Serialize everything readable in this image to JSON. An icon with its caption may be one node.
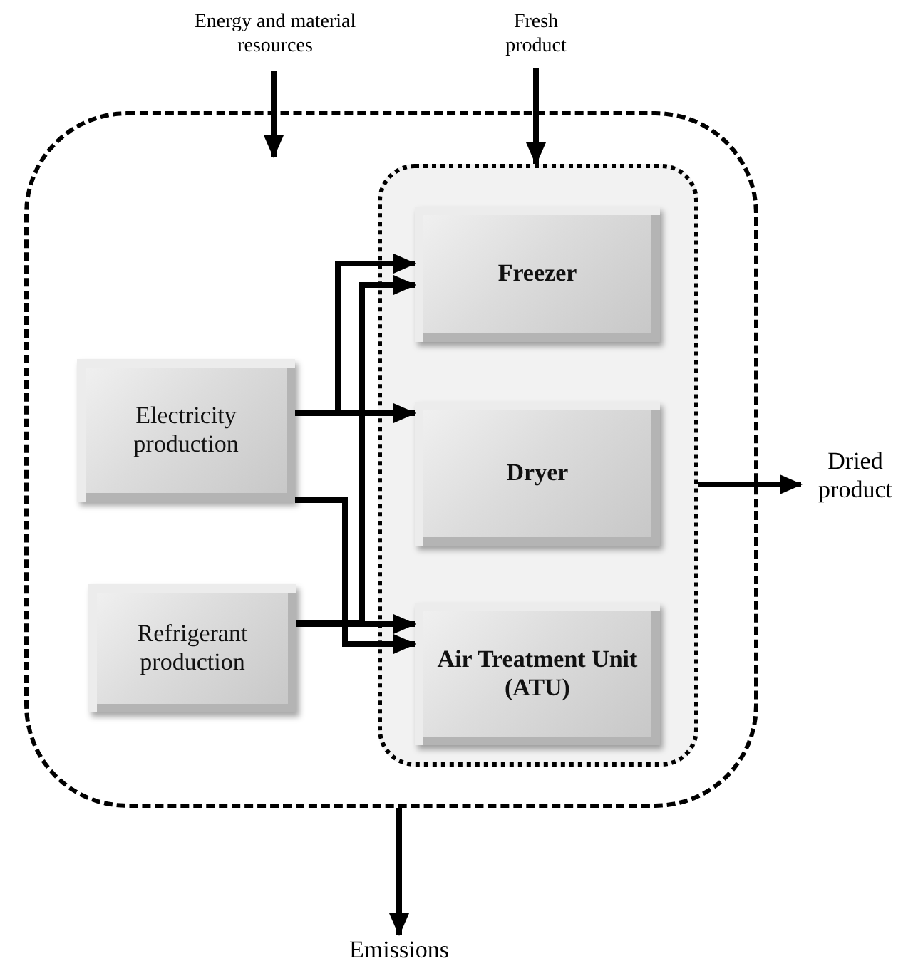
{
  "diagram": {
    "nodes": [
      {
        "text": [],
        "shape": "box"
      },
      {
        "text": [],
        "shape": "box",
        "in": 0
      },
      {
        "text": [
          "Electricity production"
        ],
        "in": 0
      },
      {
        "text": [
          "Refrigerant production"
        ],
        "in": 0
      },
      {
        "text": [
          "Freezer"
        ],
        "in": 1
      },
      {
        "text": [
          "Dryer"
        ],
        "in": 1
      },
      {
        "text": [
          "Air Treatment Unit (ATU)"
        ],
        "in": 1
      },
      {
        "text": [
          "Energy and material resources"
        ]
      },
      {
        "text": [
          "Fresh product"
        ]
      },
      {
        "text": [
          "Dried product"
        ]
      },
      {
        "text": [
          "Emissions"
        ]
      }
    ],
    "edges": [
      {
        "from": 2,
        "to": 4,
        "arrow": "to"
      },
      {
        "from": 2,
        "to": 5,
        "arrow": "to"
      },
      {
        "from": 2,
        "to": 6,
        "arrow": "to"
      },
      {
        "from": 3,
        "to": 4,
        "arrow": "to"
      },
      {
        "from": 3,
        "to": 6,
        "arrow": "to"
      },
      {
        "from": 7,
        "to": 0,
        "arrow": "to"
      },
      {
        "from": 8,
        "to": 1,
        "arrow": "to"
      },
      {
        "from": 1,
        "to": 9,
        "arrow": "to"
      },
      {
        "from": 0,
        "to": 10,
        "arrow": "to"
      }
    ]
  }
}
